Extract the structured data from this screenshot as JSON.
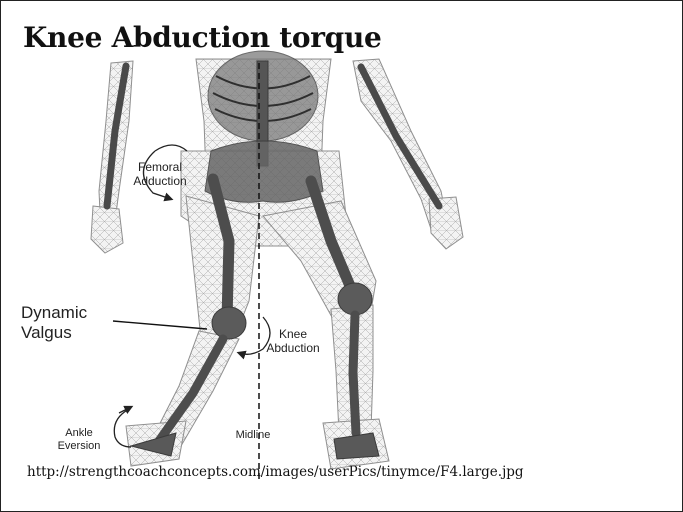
{
  "slide": {
    "title": "Knee Abduction torque",
    "source_url": "http://strengthcoachconcepts.com/images/userPics/tinymce/F4.large.jpg"
  },
  "figure": {
    "labels": {
      "femoral_adduction": "Femoral\nAdduction",
      "dynamic_valgus": "Dynamic\nValgus",
      "knee_abduction": "Knee\nAbduction",
      "ankle_eversion": "Ankle\nEversion",
      "midline": "Midline"
    }
  }
}
